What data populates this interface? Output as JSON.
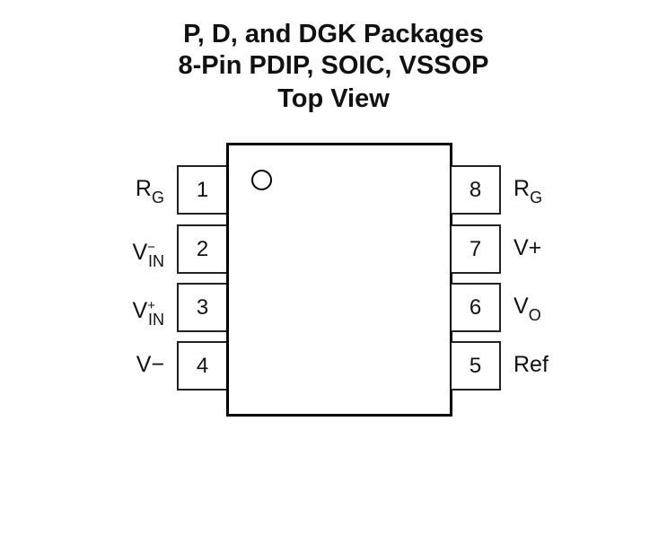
{
  "title": [
    "P, D, and DGK Packages",
    "8-Pin PDIP, SOIC, VSSOP",
    "Top View"
  ],
  "pins": [
    {
      "num": "1",
      "main": "R",
      "sup": "",
      "sub": "G"
    },
    {
      "num": "2",
      "main": "V",
      "sup": "−",
      "sub": "IN"
    },
    {
      "num": "3",
      "main": "V",
      "sup": "+",
      "sub": "IN"
    },
    {
      "num": "4",
      "main": "V−",
      "sup": "",
      "sub": ""
    },
    {
      "num": "5",
      "main": "Ref",
      "sup": "",
      "sub": ""
    },
    {
      "num": "6",
      "main": "V",
      "sup": "",
      "sub": "O"
    },
    {
      "num": "7",
      "main": "V+",
      "sup": "",
      "sub": ""
    },
    {
      "num": "8",
      "main": "R",
      "sup": "",
      "sub": "G"
    }
  ]
}
